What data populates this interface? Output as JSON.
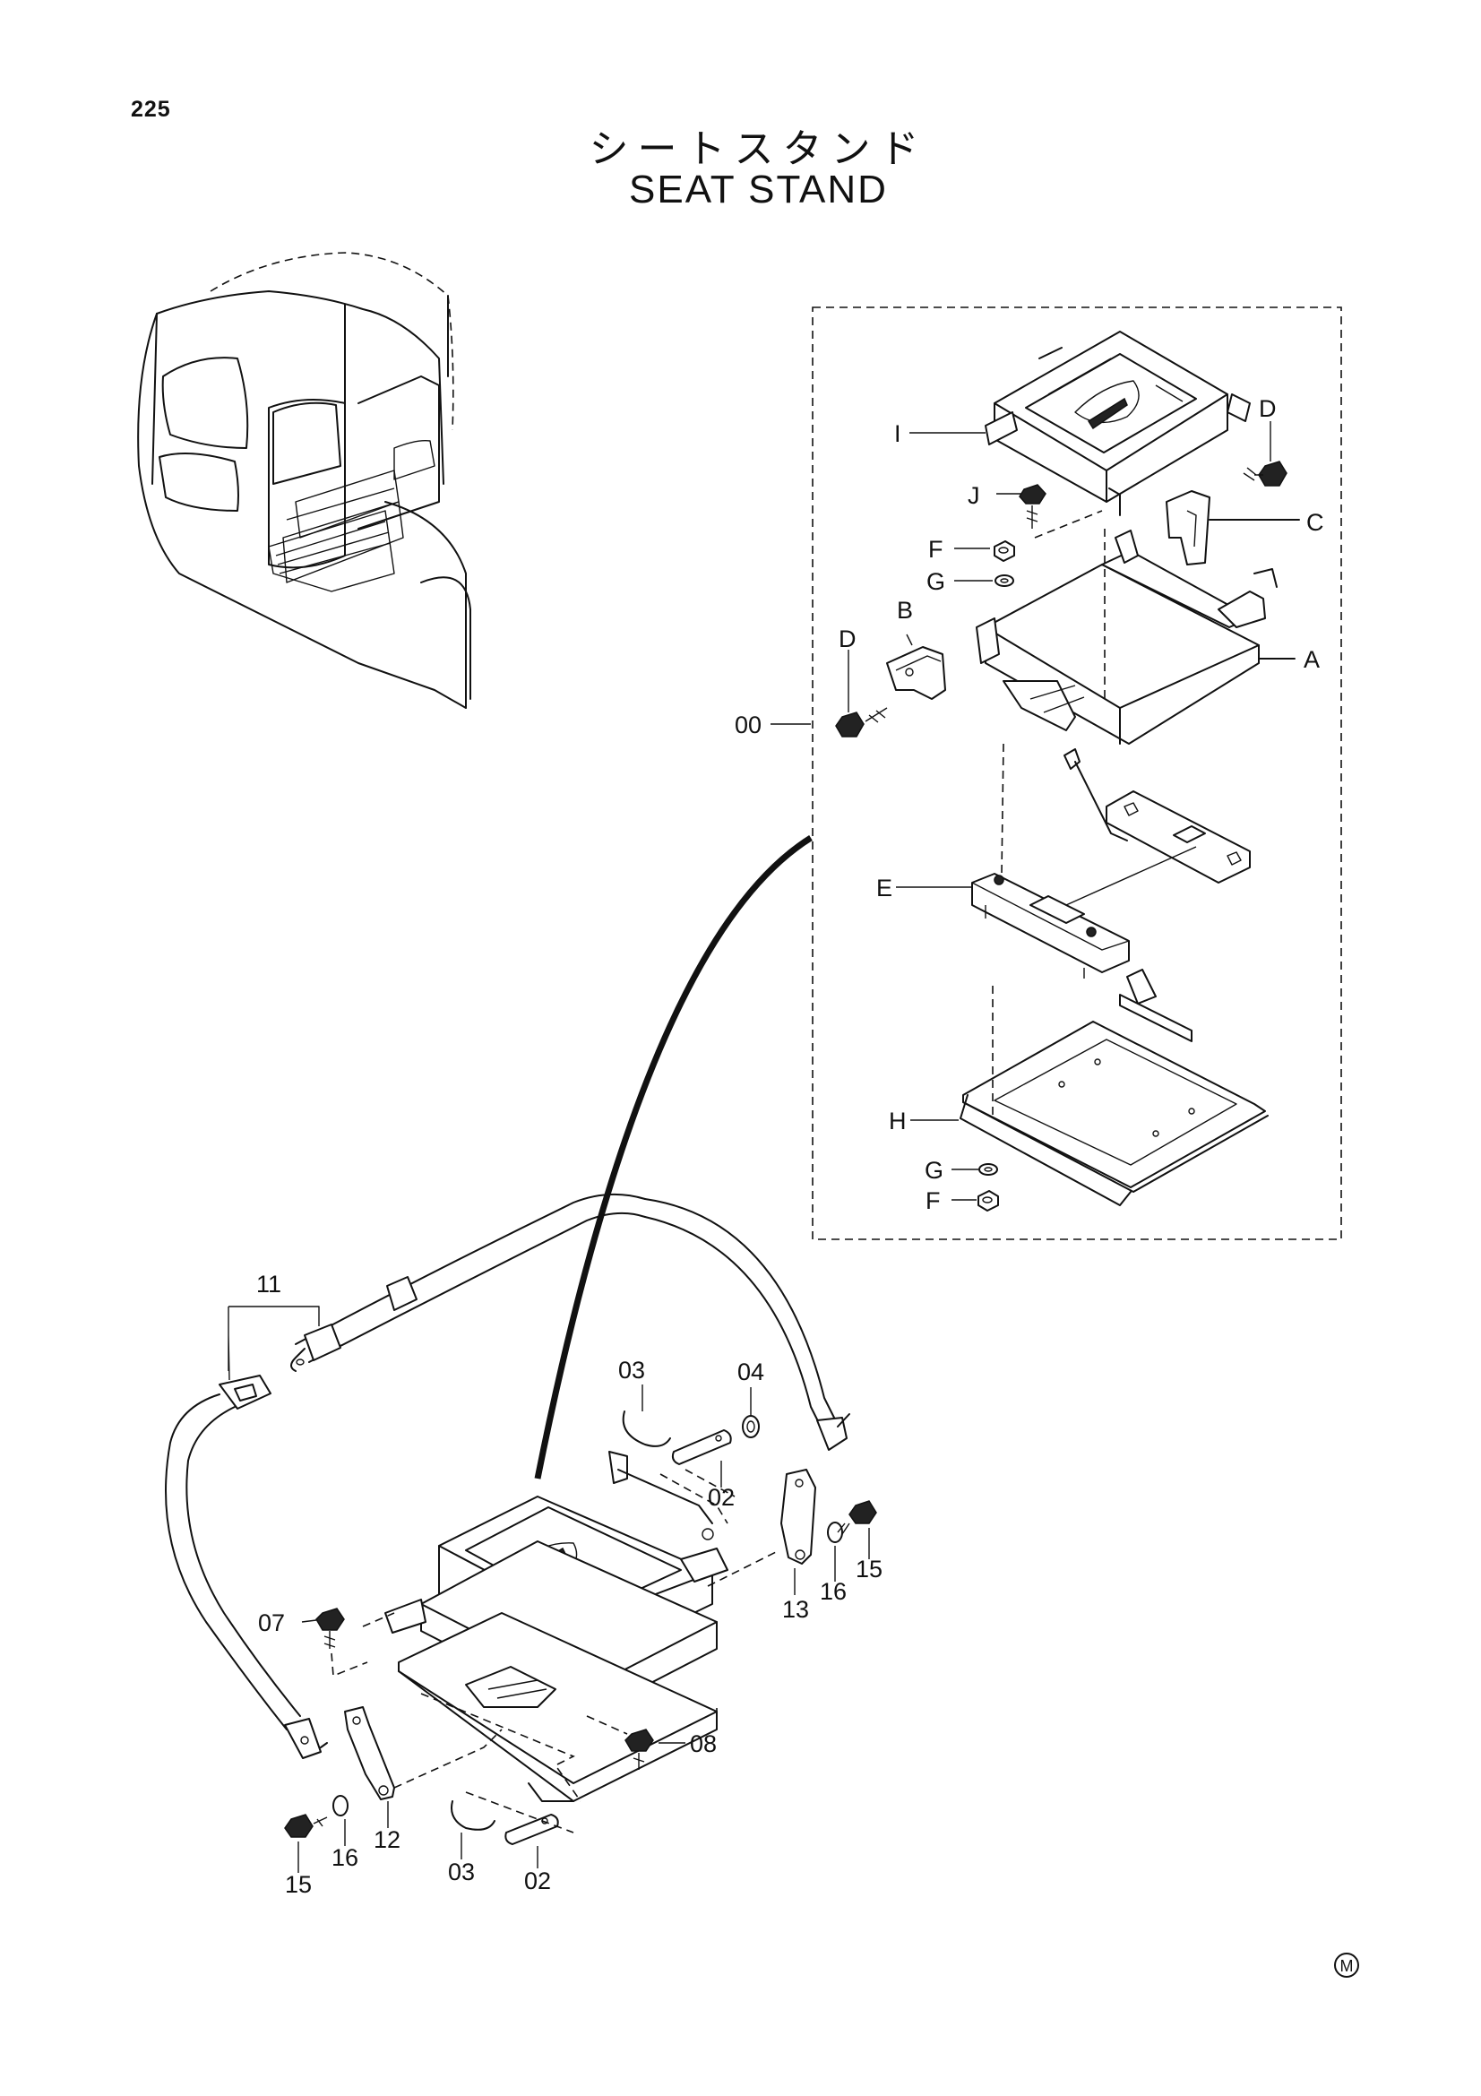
{
  "page": {
    "number": "225"
  },
  "title": {
    "japanese": "シートスタンド",
    "english": "SEAT STAND"
  },
  "assembly_callout": "00",
  "callouts": {
    "I": "I",
    "J": "J",
    "D": "D",
    "C": "C",
    "F": "F",
    "G": "G",
    "B": "B",
    "A": "A",
    "E": "E",
    "H": "H"
  },
  "part_numbers": [
    "11",
    "03",
    "04",
    "02",
    "07",
    "13",
    "16",
    "15",
    "08",
    "12"
  ],
  "mark": "M"
}
